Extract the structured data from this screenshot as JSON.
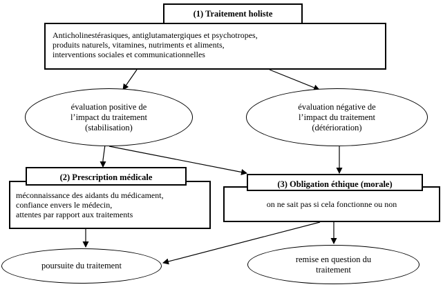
{
  "box1": {
    "title": "(1) Traitement holiste",
    "lines": [
      "Anticholinestérasiques, antiglutamatergiques et psychotropes,",
      "produits naturels, vitamines, nutriments et aliments,",
      "interventions sociales et communicationnelles"
    ]
  },
  "eval_pos": {
    "lines": [
      "évaluation positive de",
      "l’impact du traitement",
      "(stabilisation)"
    ]
  },
  "eval_neg": {
    "lines": [
      "évaluation négative de",
      "l’impact du traitement",
      "(détérioration)"
    ]
  },
  "box2": {
    "title": "(2) Prescription médicale",
    "lines": [
      "méconnaissance des aidants du médicament,",
      "confiance envers le médecin,",
      "attentes par rapport aux traitements"
    ]
  },
  "box3": {
    "title": "(3) Obligation éthique (morale)",
    "text": "on ne sait pas si cela fonctionne ou non"
  },
  "out_continue": {
    "text": "poursuite du traitement"
  },
  "out_question": {
    "lines": [
      "remise en question du",
      "traitement"
    ]
  }
}
